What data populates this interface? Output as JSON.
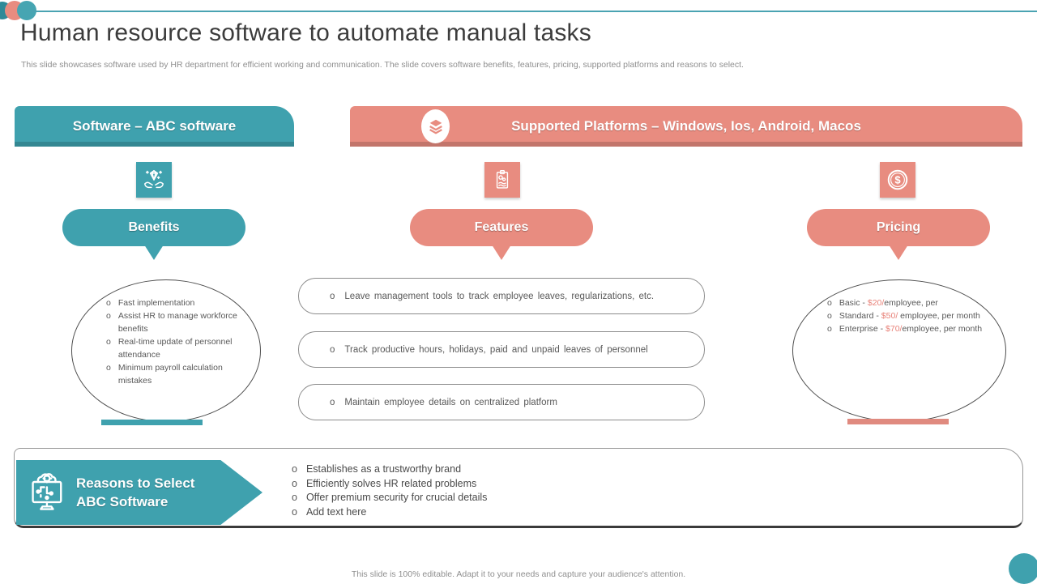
{
  "colors": {
    "teal": "#3fa1ae",
    "teal_dark": "#2f8a98",
    "salmon": "#e88c80",
    "price_accent": "#e8837a",
    "title_text": "#3c3c3c",
    "body_text": "#595959",
    "muted_text": "#8f8f8f"
  },
  "bullet_char": "o",
  "header": {
    "title": "Human resource software to automate manual tasks",
    "subtitle": "This slide showcases software used by HR department for efficient working and communication. The slide covers software benefits, features, pricing, supported platforms and reasons to select."
  },
  "banners": {
    "software": {
      "label": "Software – ABC software"
    },
    "platforms": {
      "label": "Supported Platforms – Windows, Ios, Android, Macos"
    }
  },
  "benefits": {
    "label": "Benefits",
    "items": [
      "Fast implementation",
      "Assist HR to manage workforce benefits",
      "Real-time update of personnel attendance",
      "Minimum payroll calculation mistakes"
    ]
  },
  "features": {
    "label": "Features",
    "items": [
      "Leave management tools to track employee leaves, regularizations, etc.",
      "Track productive hours, holidays, paid and unpaid leaves of personnel",
      "Maintain employee details on centralized platform"
    ]
  },
  "pricing": {
    "label": "Pricing",
    "items": [
      {
        "plan": "Basic - ",
        "price": "$20/",
        "detail": "employee, per"
      },
      {
        "plan": "Standard - ",
        "price": "$50/",
        "detail": " employee, per month"
      },
      {
        "plan": "Enterprise - ",
        "price": "$70/",
        "detail": "employee, per month"
      }
    ]
  },
  "reasons": {
    "title_line1": "Reasons to Select",
    "title_line2": "ABC Software",
    "items": [
      "Establishes as a trustworthy brand",
      "Efficiently solves HR related problems",
      "Offer premium security for crucial details",
      "Add text here"
    ]
  },
  "footer": {
    "note": "This slide is 100% editable. Adapt it to your needs and capture your audience's attention."
  }
}
